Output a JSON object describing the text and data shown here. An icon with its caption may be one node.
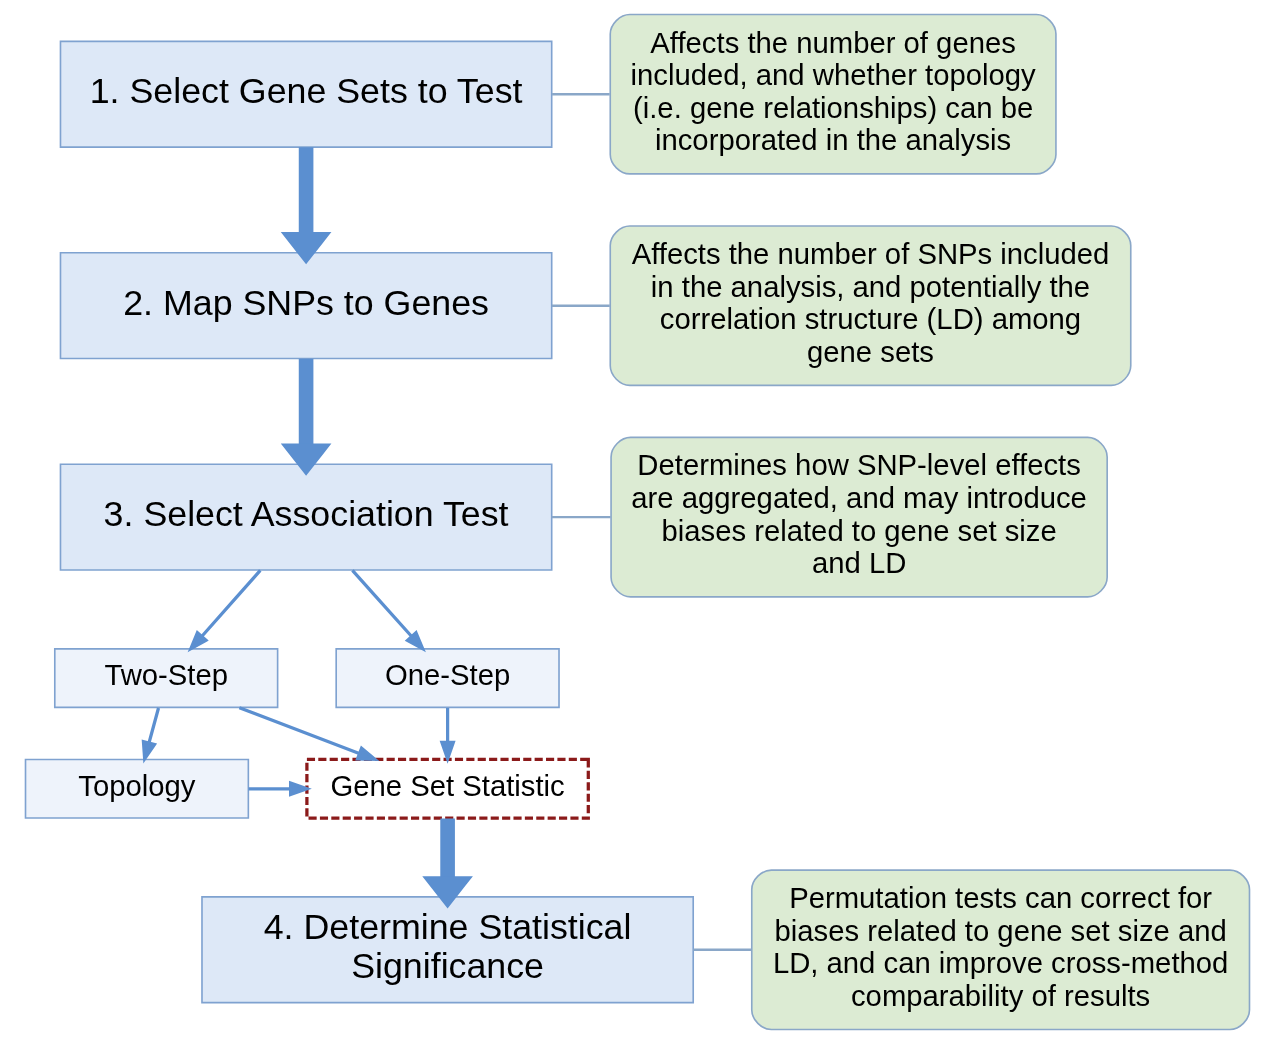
{
  "diagram": {
    "nodes": [
      {
        "text": [
          "1. Select Gene Sets to Test"
        ]
      },
      {
        "text": [
          "Affects the number of genes included, and whether topology (i.e. gene relationships) can be incorporated in the analysis"
        ]
      },
      {
        "text": [
          "2. Map SNPs to Genes"
        ]
      },
      {
        "text": [
          "Affects the number of SNPs included in the analysis, and potentially the correlation structure (LD) among gene sets"
        ]
      },
      {
        "text": [
          "3. Select Association Test"
        ]
      },
      {
        "text": [
          "Determines how SNP-level effects are aggregated, and may introduce biases related to gene set size and LD"
        ]
      },
      {
        "text": [
          "Two-Step"
        ]
      },
      {
        "text": [
          "One-Step"
        ]
      },
      {
        "text": [
          "Topology"
        ]
      },
      {
        "text": [
          "Gene Set Statistic"
        ]
      },
      {
        "text": [
          "4. Determine Statistical Significance"
        ]
      },
      {
        "text": [
          "Permutation tests can correct for biases related to gene set size and LD, and can improve cross-method comparability of results"
        ]
      }
    ],
    "edges": [
      {
        "from": 0,
        "to": 1,
        "arrow": "none"
      },
      {
        "from": 0,
        "to": 2,
        "arrow": "to",
        "style": "thick"
      },
      {
        "from": 2,
        "to": 3,
        "arrow": "none"
      },
      {
        "from": 2,
        "to": 4,
        "arrow": "to",
        "style": "thick"
      },
      {
        "from": 4,
        "to": 5,
        "arrow": "none"
      },
      {
        "from": 4,
        "to": 6,
        "arrow": "to"
      },
      {
        "from": 4,
        "to": 7,
        "arrow": "to"
      },
      {
        "from": 6,
        "to": 8,
        "arrow": "to"
      },
      {
        "from": 6,
        "to": 9,
        "arrow": "to"
      },
      {
        "from": 7,
        "to": 9,
        "arrow": "to"
      },
      {
        "from": 8,
        "to": 9,
        "arrow": "to"
      },
      {
        "from": 9,
        "to": 10,
        "arrow": "to",
        "style": "thick"
      },
      {
        "from": 10,
        "to": 11,
        "arrow": "none"
      }
    ]
  }
}
